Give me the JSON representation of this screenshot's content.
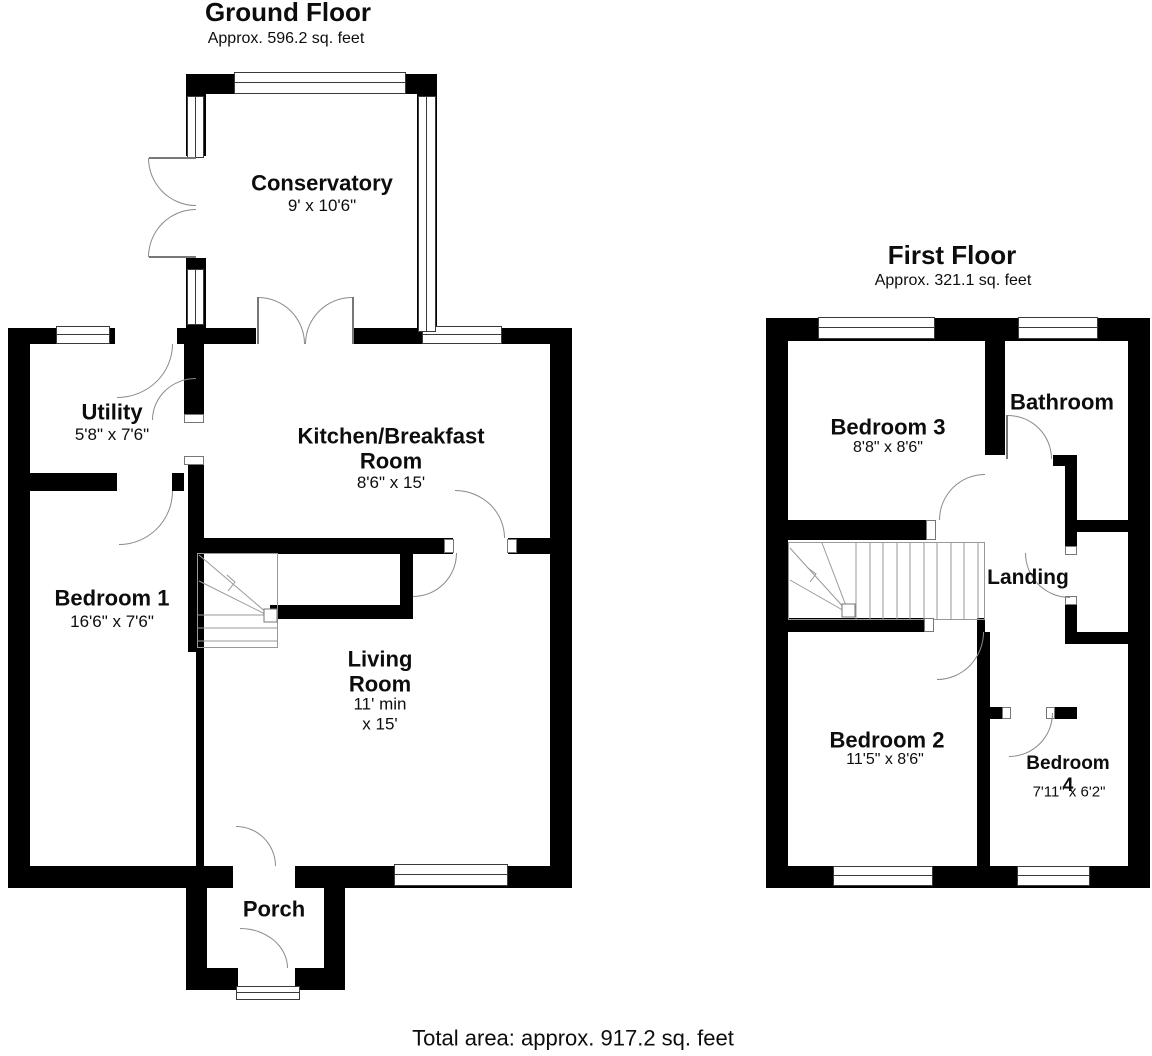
{
  "ground_floor": {
    "title": "Ground Floor",
    "area_note": "Approx. 596.2 sq. feet",
    "rooms": {
      "conservatory": {
        "name": "Conservatory",
        "dims": "9' x 10'6\""
      },
      "utility": {
        "name": "Utility",
        "dims": "5'8\" x 7'6\""
      },
      "kitchen": {
        "name": "Kitchen/Breakfast\nRoom",
        "dims": "8'6\" x 15'"
      },
      "bedroom1": {
        "name": "Bedroom 1",
        "dims": "16'6\" x 7'6\""
      },
      "living": {
        "name": "Living\nRoom",
        "dims": "11' min\nx 15'"
      },
      "porch": {
        "name": "Porch"
      }
    }
  },
  "first_floor": {
    "title": "First Floor",
    "area_note": "Approx. 321.1 sq. feet",
    "rooms": {
      "bedroom3": {
        "name": "Bedroom 3",
        "dims": "8'8\" x 8'6\""
      },
      "bathroom": {
        "name": "Bathroom"
      },
      "landing": {
        "name": "Landing"
      },
      "bedroom2": {
        "name": "Bedroom 2",
        "dims": "11'5\" x 8'6\""
      },
      "bedroom4": {
        "name": "Bedroom 4",
        "dims": "7'11\" x 6'2\""
      }
    }
  },
  "footer": {
    "total_area": "Total area: approx. 917.2 sq. feet"
  }
}
